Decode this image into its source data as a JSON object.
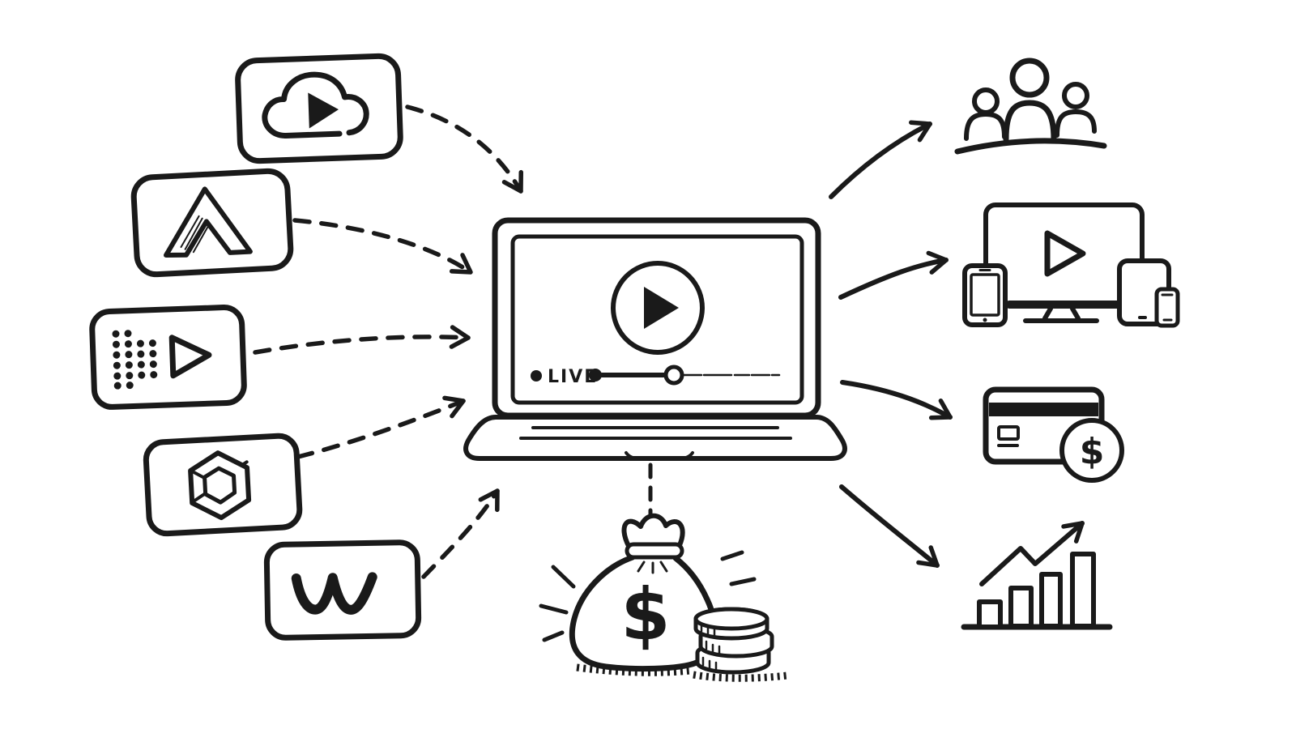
{
  "palette": {
    "ink": "#1a1a1a",
    "background": "#ffffff"
  },
  "player": {
    "live_label": "LIVE"
  },
  "money_bag": {
    "currency_symbol": "$"
  },
  "payment": {
    "coin_symbol": "$"
  },
  "sources": [
    {
      "id": "cloud-video",
      "icon": "cloud-play-icon"
    },
    {
      "id": "mountain-logo",
      "icon": "mountain-logo-icon"
    },
    {
      "id": "dot-grid-player",
      "icon": "dot-grid-play-icon"
    },
    {
      "id": "hexagon-gem",
      "icon": "hexagon-gem-icon"
    },
    {
      "id": "w-wave",
      "icon": "w-wave-icon"
    }
  ],
  "destinations": [
    {
      "id": "audience",
      "icon": "audience-people-icon"
    },
    {
      "id": "multi-device",
      "icon": "multi-device-play-icon"
    },
    {
      "id": "payment",
      "icon": "credit-card-dollar-icon"
    },
    {
      "id": "growth",
      "icon": "growth-bar-chart-icon"
    }
  ]
}
